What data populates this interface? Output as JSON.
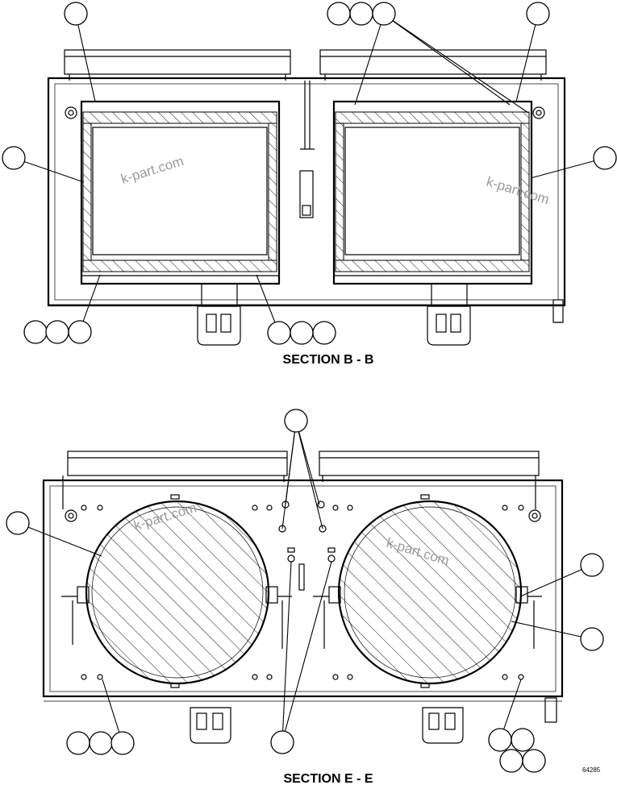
{
  "sections": [
    {
      "id": "b",
      "title": "SECTION B - B"
    },
    {
      "id": "e",
      "title": "SECTION E - E"
    }
  ],
  "watermark": "k-part.com",
  "figure_number": "64285",
  "colors": {
    "line": "#000000",
    "background": "#ffffff",
    "watermark": "#9a9a9a"
  }
}
